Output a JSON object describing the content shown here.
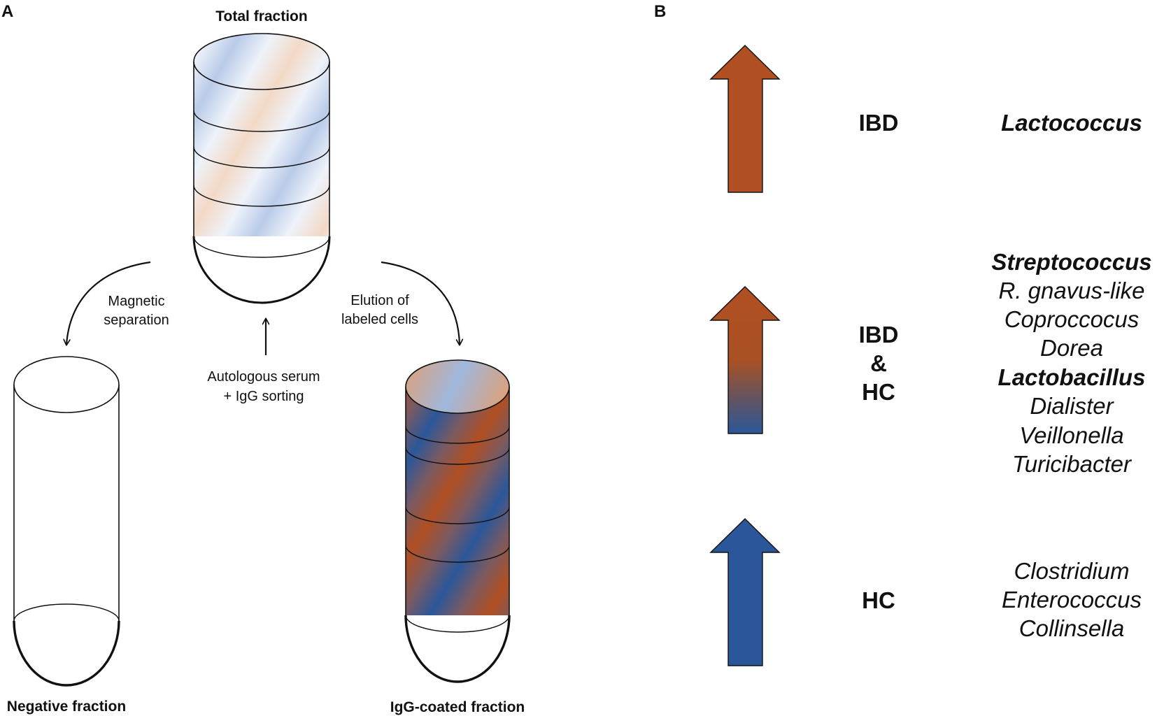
{
  "panels": {
    "a": "A",
    "b": "B"
  },
  "tubes": {
    "total": "Total fraction",
    "negative": "Negative fraction",
    "igg": "IgG-coated fraction"
  },
  "steps": {
    "magnetic": [
      "Magnetic",
      "separation"
    ],
    "serum": [
      "Autologous serum",
      "+ IgG sorting"
    ],
    "elution": [
      "Elution of",
      "labeled cells"
    ]
  },
  "colors": {
    "ibd_orange": "#b04f22",
    "hc_blue": "#2b579a",
    "light_blue": "#b9cbe8",
    "light_orange": "#f3d9c6"
  },
  "groups": [
    {
      "id": "ibd",
      "lines": [
        "IBD"
      ],
      "arrow": "orange",
      "taxa": [
        {
          "name": "Lactococcus",
          "bold": true
        }
      ]
    },
    {
      "id": "both",
      "lines": [
        "IBD",
        "&",
        "HC"
      ],
      "arrow": "gradient",
      "taxa": [
        {
          "name": "Streptococcus",
          "bold": true
        },
        {
          "name": "R. gnavus-like",
          "bold": false
        },
        {
          "name": "Coproccocus",
          "bold": false
        },
        {
          "name": "Dorea",
          "bold": false
        },
        {
          "name": "Lactobacillus",
          "bold": true
        },
        {
          "name": "Dialister",
          "bold": false
        },
        {
          "name": "Veillonella",
          "bold": false
        },
        {
          "name": "Turicibacter",
          "bold": false
        }
      ]
    },
    {
      "id": "hc",
      "lines": [
        "HC"
      ],
      "arrow": "blue",
      "taxa": [
        {
          "name": "Clostridium",
          "bold": false
        },
        {
          "name": "Enterococcus",
          "bold": false
        },
        {
          "name": "Collinsella",
          "bold": false
        }
      ]
    }
  ]
}
